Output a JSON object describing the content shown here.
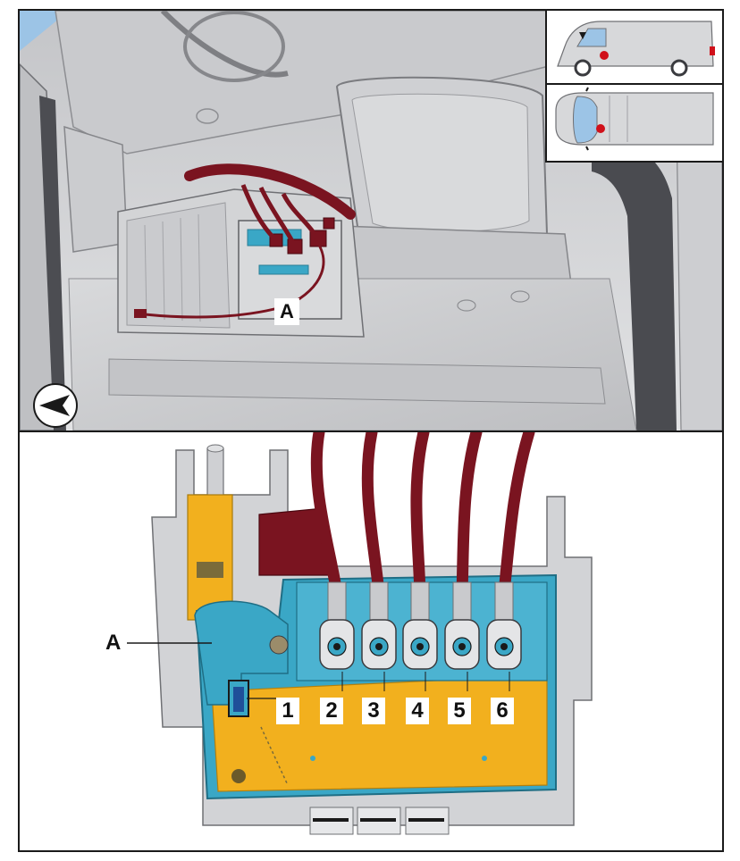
{
  "top_view": {
    "callout_label": "A"
  },
  "bottom_view": {
    "callout_label": "A",
    "fuse_numbers": [
      "1",
      "2",
      "3",
      "4",
      "5",
      "6"
    ]
  },
  "colors": {
    "harness": "#7a1420",
    "fuse_box_blue": "#3aa7c6",
    "fuse_plate_yellow": "#f2b01e",
    "vehicle_body": "#d4d5d7",
    "marker_red": "#d0101a",
    "window_blue": "#9cc4e6"
  }
}
